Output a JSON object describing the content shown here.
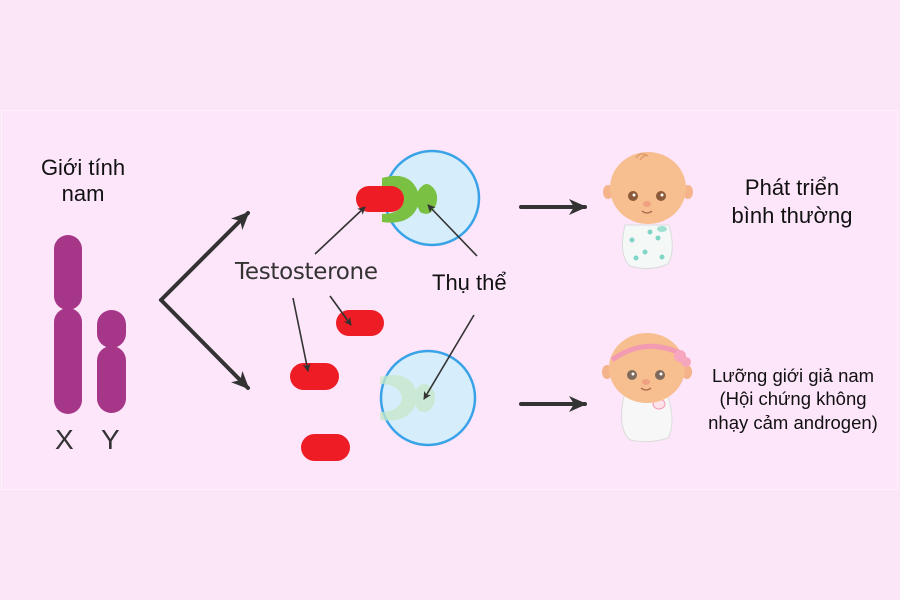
{
  "diagram": {
    "labels": {
      "sex_line1": "Giới tính",
      "sex_line2": "nam",
      "chrom_x": "X",
      "chrom_y": "Y",
      "hormone": "Testosterone",
      "receptor": "Thụ thể",
      "outcome_normal_line1": "Phát triển",
      "outcome_normal_line2": "bình thường",
      "outcome_ais_line1": "Lưỡng giới giả nam",
      "outcome_ais_line2": "(Hội chứng không",
      "outcome_ais_line3": "nhạy cảm androgen)"
    },
    "colors": {
      "background": "#fbe6f8",
      "chromosome": "#a63788",
      "hormone": "#ee1c24",
      "receptor_active": "#7ac143",
      "receptor_inactive": "#c5e8c8",
      "cell_fill": "#d6eefc",
      "cell_stroke": "#3aa3e8",
      "arrow": "#333333"
    },
    "icons": [
      "baby-boy-icon",
      "baby-girl-headband-icon"
    ]
  }
}
